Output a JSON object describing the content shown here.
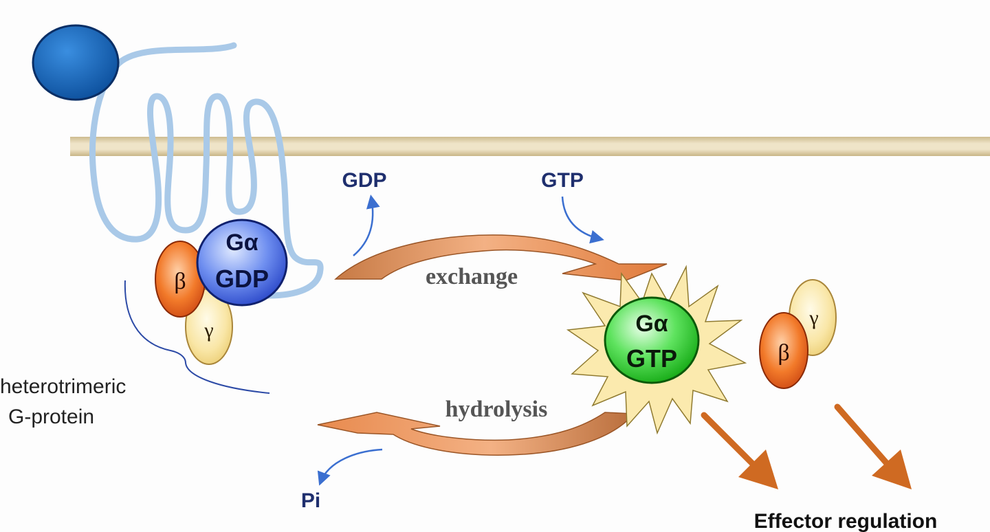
{
  "labels": {
    "gdp_released": "GDP",
    "gtp_incoming": "GTP",
    "exchange": "exchange",
    "hydrolysis": "hydrolysis",
    "pi": "Pi",
    "heterotrimeric_line1": "heterotrimeric",
    "heterotrimeric_line2": "G-protein",
    "effector": "Effector regulation"
  },
  "inactive_complex": {
    "alpha_symbol": "Gα",
    "nucleotide": "GDP",
    "beta": "β",
    "gamma": "γ"
  },
  "active_complex": {
    "alpha_symbol": "Gα",
    "nucleotide": "GTP",
    "beta": "β",
    "gamma": "γ"
  },
  "colors": {
    "membrane": "#e3d6b4",
    "receptor": "#a8c8e6",
    "ligand": "#1f6fbf",
    "galpha_gdp": "#4a72e6",
    "galpha_gtp": "#31d231",
    "beta": "#ef6a1e",
    "gamma": "#f7e3a0",
    "cycle_arrow": "#e58a50",
    "effector_arrow": "#d2691e",
    "dark_label": "#1f2f6e"
  }
}
